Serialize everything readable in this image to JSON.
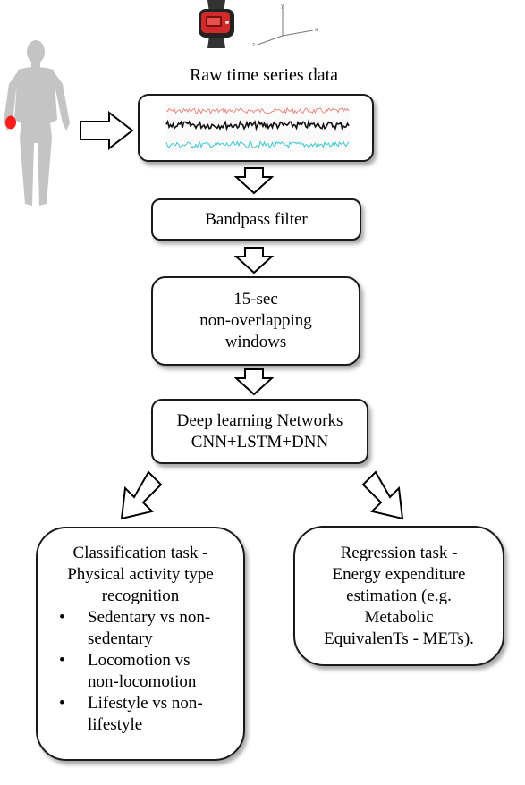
{
  "caption": "Raw time series data",
  "steps": {
    "bandpass": "Bandpass filter",
    "windows": [
      "15-sec",
      "non-overlapping",
      "windows"
    ],
    "deep": [
      "Deep learning Networks",
      "CNN+LSTM+DNN"
    ]
  },
  "classification": {
    "heading": [
      "Classification task -",
      "Physical activity type",
      "recognition"
    ],
    "bullets": [
      [
        "Sedentary vs non-",
        "sedentary"
      ],
      [
        "Locomotion vs",
        "non-locomotion"
      ],
      [
        "Lifestyle vs non-",
        "lifestyle"
      ]
    ]
  },
  "regression": {
    "lines": [
      "Regression task -",
      "Energy expenditure",
      "estimation (e.g.",
      "Metabolic",
      "EquivalenTs - METs)."
    ]
  },
  "bullet_glyph": "•",
  "signal_colors": {
    "top": "#e8736b",
    "middle": "#111111",
    "bottom": "#3ec9cf"
  },
  "icons": [
    "human-body-icon",
    "wrist-sensor-icon",
    "wristwatch-device-icon",
    "xyz-axes-icon"
  ]
}
